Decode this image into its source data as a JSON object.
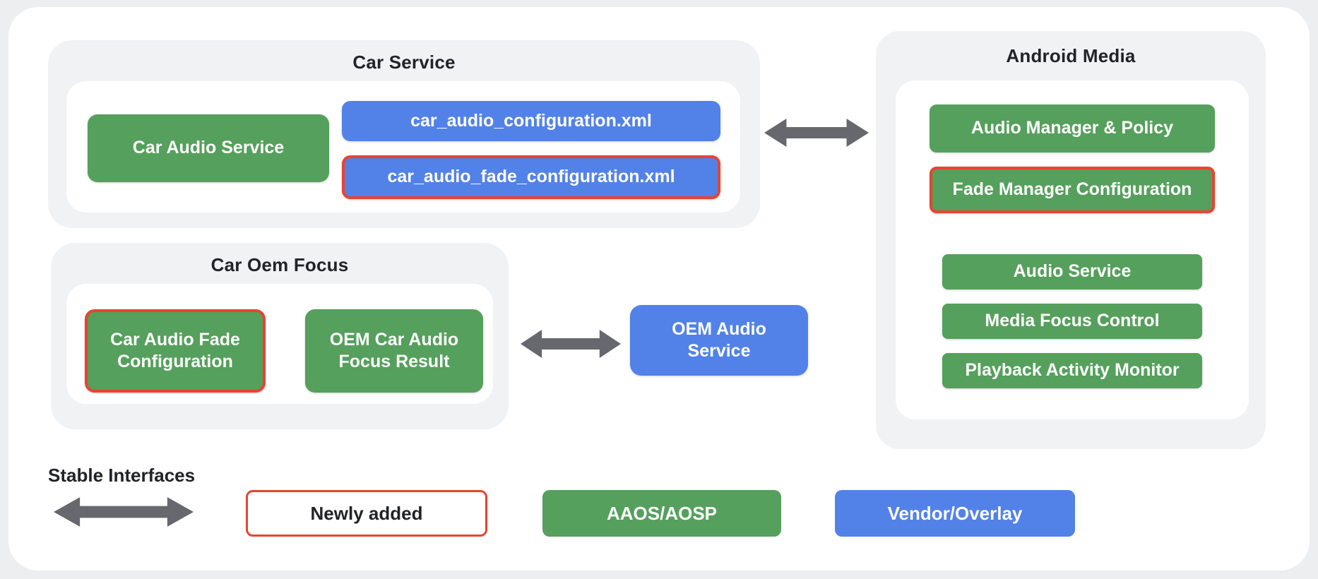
{
  "colors": {
    "green": "#55a05c",
    "blue": "#5282e8",
    "red": "#e8442f",
    "arrow": "#66686d",
    "container": "#f1f2f4",
    "text-dark": "#212327",
    "page-bg": "#eceef0",
    "card-bg": "#ffffff"
  },
  "groups": {
    "car_service": {
      "title": "Car Service",
      "car_audio_service": "Car Audio Service",
      "config_xml": "car_audio_configuration.xml",
      "fade_config_xml": "car_audio_fade_configuration.xml"
    },
    "android_media": {
      "title": "Android Media",
      "audio_manager": "Audio Manager & Policy",
      "fade_manager": "Fade Manager Configuration",
      "audio_service": "Audio Service",
      "media_focus": "Media Focus Control",
      "playback_monitor": "Playback Activity Monitor"
    },
    "car_oem_focus": {
      "title": "Car Oem Focus",
      "fade_configuration": "Car Audio Fade Configuration",
      "focus_result": "OEM Car Audio Focus Result"
    },
    "oem_audio_service": {
      "label": "OEM Audio Service"
    }
  },
  "legend": {
    "stable_interfaces": "Stable Interfaces",
    "newly_added": "Newly added",
    "aaos_aosp": "AAOS/AOSP",
    "vendor_overlay": "Vendor/Overlay"
  }
}
